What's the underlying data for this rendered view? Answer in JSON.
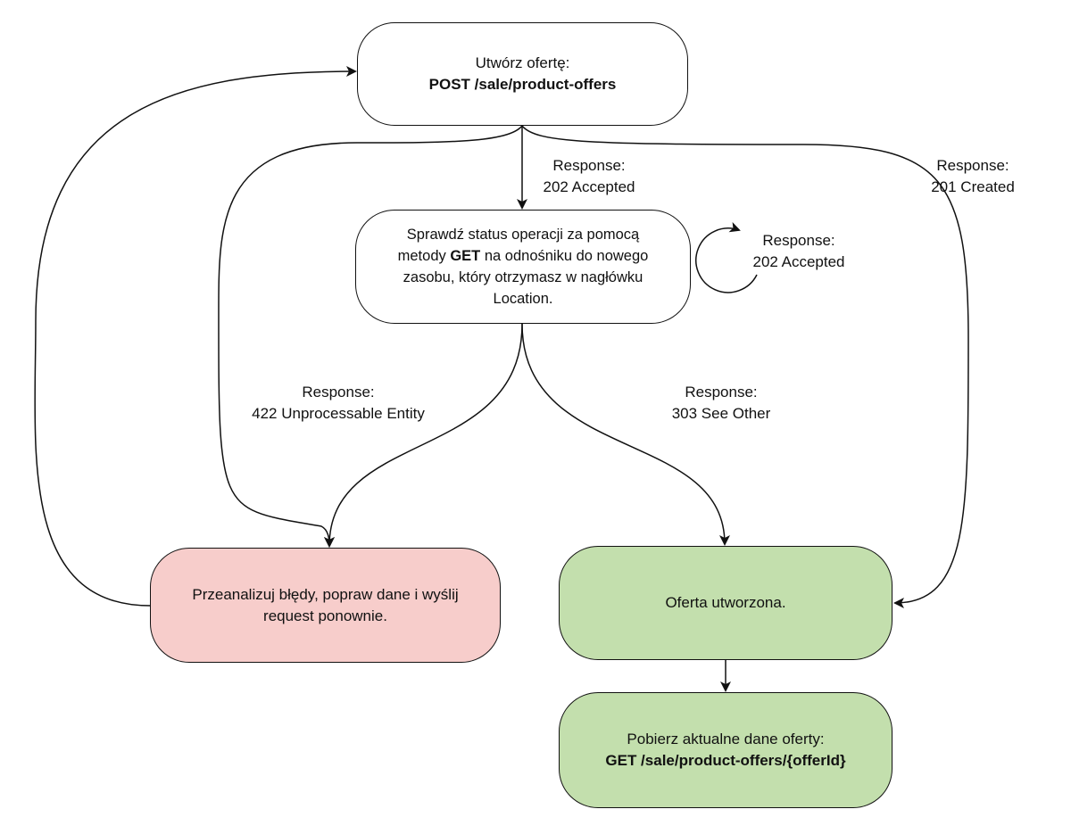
{
  "nodes": {
    "create_offer": {
      "line1": "Utwórz ofertę:",
      "line2": "POST /sale/product-offers",
      "fill": "#ffffff"
    },
    "check_status": {
      "line1": "Sprawdź status operacji za pomocą",
      "line2_pre": "metody ",
      "line2_bold": "GET",
      "line2_post": " na odnośniku do nowego",
      "line3": "zasobu, który otrzymasz w nagłówku",
      "line4": "Location.",
      "fill": "#ffffff"
    },
    "fix_errors": {
      "line1": "Przeanalizuj błędy, popraw dane i wyślij",
      "line2": "request ponownie.",
      "fill": "#f7cdcb"
    },
    "offer_created": {
      "line1": "Oferta utworzona.",
      "fill": "#c3dfad"
    },
    "get_offer": {
      "line1": "Pobierz aktualne dane oferty:",
      "line2": "GET /sale/product-offers/{offerId}",
      "fill": "#c3dfad"
    }
  },
  "edge_labels": {
    "accepted_202": {
      "line1": "Response:",
      "line2": "202 Accepted"
    },
    "created_201": {
      "line1": "Response:",
      "line2": "201 Created"
    },
    "loop_202": {
      "line1": "Response:",
      "line2": "202 Accepted"
    },
    "unprocessable_422": {
      "line1": "Response:",
      "line2": "422 Unprocessable Entity"
    },
    "see_other_303": {
      "line1": "Response:",
      "line2": "303 See Other"
    }
  },
  "colors": {
    "stroke": "#111111",
    "error_fill": "#f7cdcb",
    "success_fill": "#c3dfad"
  }
}
